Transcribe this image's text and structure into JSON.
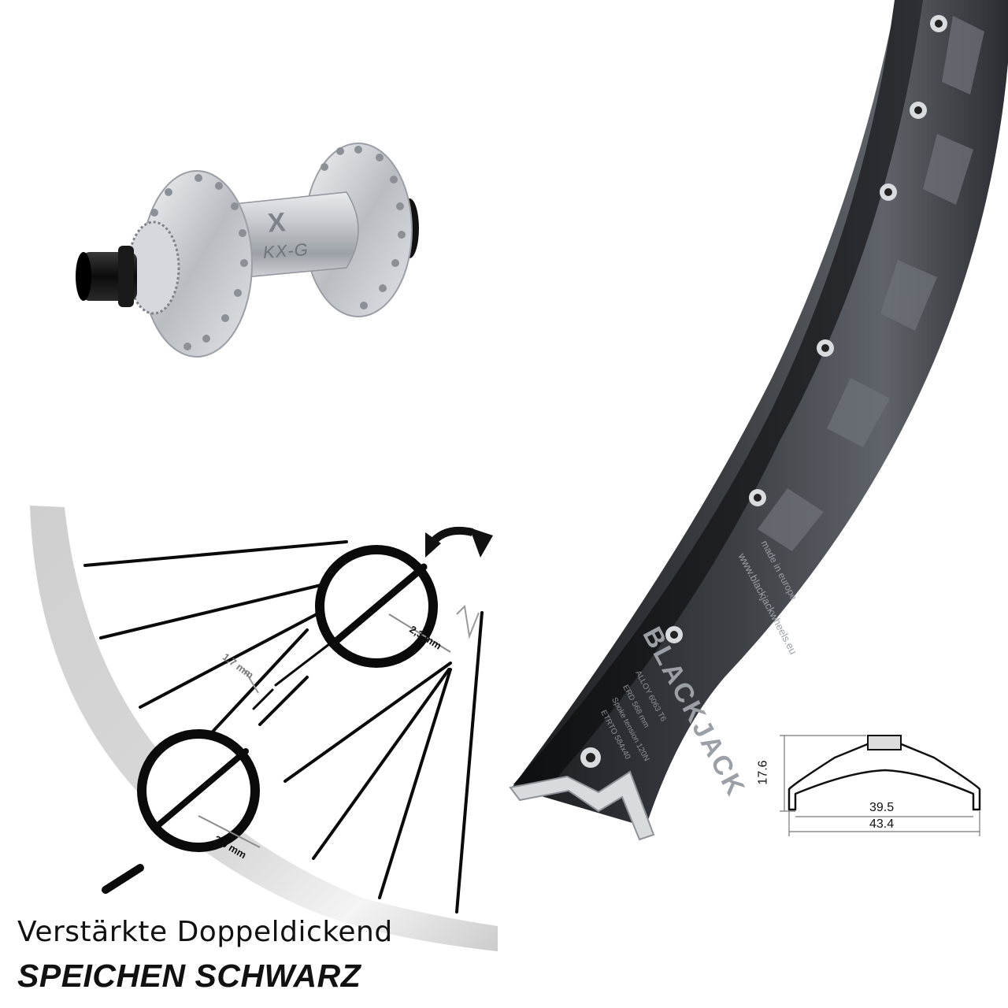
{
  "hub": {
    "model_label": "KX-G",
    "logo_mark": "X"
  },
  "spokes": {
    "thin_section": "1,7 mm",
    "thick_top": "2,3 mm",
    "thick_bottom": "2,0 mm"
  },
  "rim": {
    "brand": "BLACKJACK",
    "url": "www.blackjackwheels.eu",
    "origin": "made in europe",
    "alloy_line": "ALLOY 6063 T6",
    "specs_line1": "ERD 568 mm",
    "specs_line2": "Spoke tension 120N",
    "specs_line3": "ETRTO 584x40"
  },
  "profile": {
    "height": "17.6",
    "inner_width": "39.5",
    "outer_width": "43.4"
  },
  "caption": {
    "line1": "Verstärkte Doppeldickend",
    "line2": "SPEICHEN SCHWARZ"
  },
  "colors": {
    "rim_dark": "#26292c",
    "rim_mid": "#5b6066",
    "hub_silver": "#c9ccd0",
    "spoke": "#0a0a0a",
    "diagram_arc": "#c8c8c8"
  }
}
